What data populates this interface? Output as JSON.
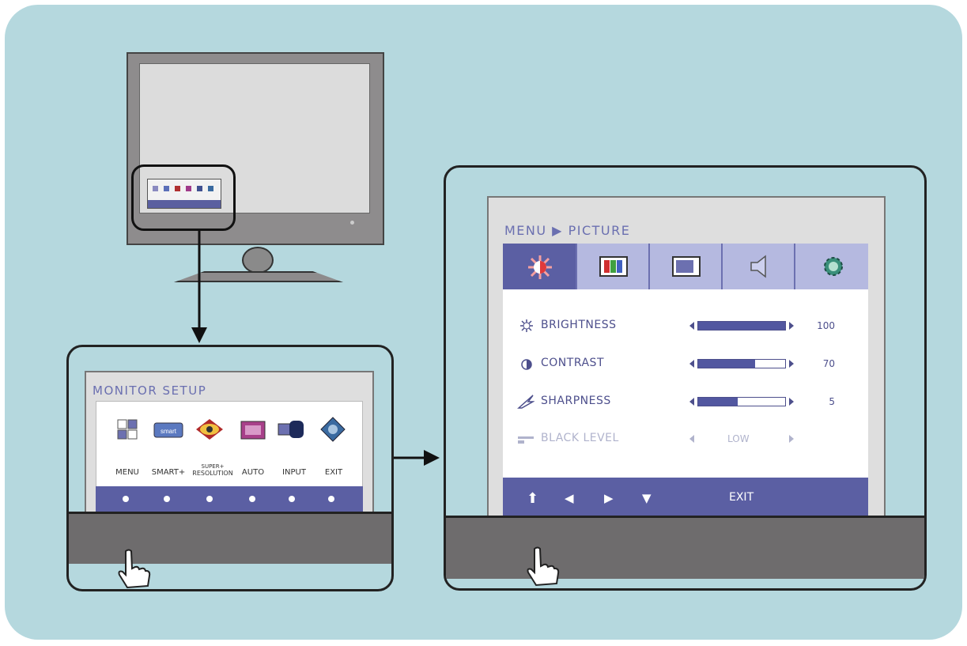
{
  "monitor_setup": {
    "title": "MONITOR SETUP",
    "buttons": [
      {
        "label": "MENU",
        "icon": "menu-grid-icon"
      },
      {
        "label": "SMART+",
        "icon": "smart-plus-icon"
      },
      {
        "label": "SUPER+",
        "label2": "RESOLUTION",
        "icon": "eye-icon"
      },
      {
        "label": "AUTO",
        "icon": "auto-icon"
      },
      {
        "label": "INPUT",
        "icon": "input-icon"
      },
      {
        "label": "EXIT",
        "icon": "exit-icon"
      }
    ]
  },
  "picture_menu": {
    "breadcrumb": "MENU ▶ PICTURE",
    "tabs": [
      {
        "icon": "brightness-icon",
        "active": true
      },
      {
        "icon": "color-bars-icon",
        "active": false
      },
      {
        "icon": "display-icon",
        "active": false
      },
      {
        "icon": "speaker-icon",
        "active": false
      },
      {
        "icon": "gear-icon",
        "active": false
      }
    ],
    "settings": [
      {
        "label": "BRIGHTNESS",
        "icon": "sun-icon",
        "value": "100",
        "fill": 1.0,
        "enabled": true
      },
      {
        "label": "CONTRAST",
        "icon": "contrast-icon",
        "value": "70",
        "fill": 0.65,
        "enabled": true
      },
      {
        "label": "SHARPNESS",
        "icon": "sharpness-icon",
        "value": "5",
        "fill": 0.45,
        "enabled": true
      },
      {
        "label": "BLACK LEVEL",
        "icon": "black-level-icon",
        "value": "LOW",
        "enabled": false
      }
    ],
    "nav": {
      "up": "⬆",
      "left": "◀",
      "right": "▶",
      "down": "▼",
      "exit": "EXIT"
    }
  },
  "colors": {
    "background": "#b5d8de",
    "osd_blue": "#5b5fa3",
    "bezel": "#6e6c6d"
  }
}
